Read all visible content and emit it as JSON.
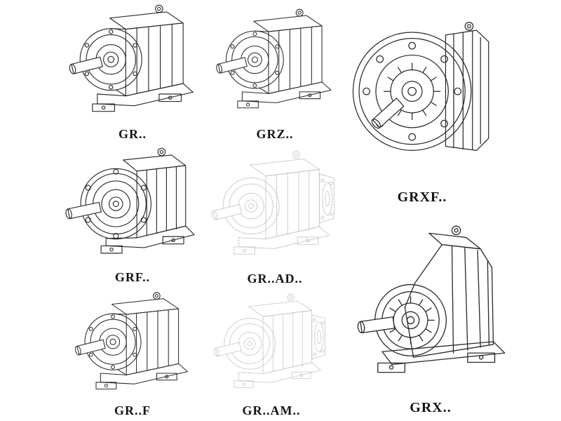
{
  "page": {
    "background": "#ffffff",
    "line_color": "#2b2b2b",
    "faded_line_color": "#c8c8c8",
    "content": "catalog sheet of helical gear reducer model variants, isometric line drawings"
  },
  "figures": [
    {
      "label": "GR..",
      "drawing": "inline-helical-gear-unit-foot-mounted",
      "faded": false
    },
    {
      "label": "GRZ..",
      "drawing": "inline-helical-gear-unit-foot-mounted",
      "faded": false
    },
    {
      "label": "GRXF..",
      "drawing": "inline-helical-gear-unit-flange-mounted",
      "faded": false
    },
    {
      "label": "GRF..",
      "drawing": "inline-helical-gear-unit-foot-and-flange",
      "faded": false
    },
    {
      "label": "GR..AD..",
      "drawing": "inline-helical-gear-unit-input-adapter",
      "faded": true
    },
    {
      "label": "GR..F",
      "drawing": "inline-helical-gear-unit-foot-mounted",
      "faded": false
    },
    {
      "label": "GR..AM..",
      "drawing": "inline-helical-gear-unit-motor-adapter",
      "faded": true
    },
    {
      "label": "GRX..",
      "drawing": "inline-helical-gear-unit-foot-mounted-large",
      "faded": false
    }
  ]
}
